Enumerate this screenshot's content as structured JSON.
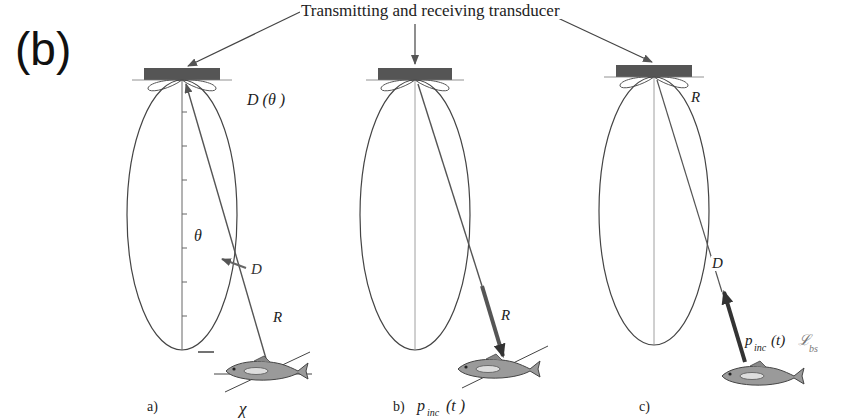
{
  "diagram": {
    "labels": [
      "(b)",
      "Transmitting and receiving transducer",
      "D (θ )",
      "θ",
      "D",
      "R",
      "a)",
      "χ",
      "b)",
      "p",
      "inc",
      "(t )",
      "R",
      "c)",
      "R",
      "D",
      "p",
      "inc",
      "(t)",
      "ℒ",
      "bs"
    ]
  }
}
